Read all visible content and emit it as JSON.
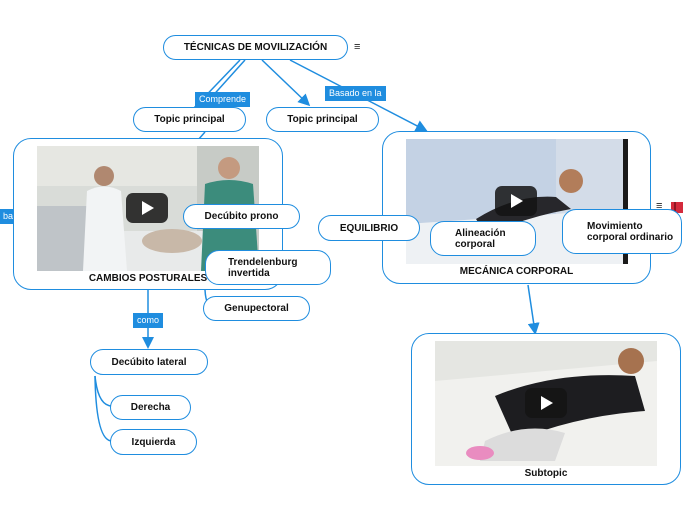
{
  "root": {
    "title": "TÉCNICAS DE MOVILIZACIÓN",
    "menu_icon": "≡"
  },
  "nodes": {
    "topic_left": "Topic principal",
    "topic_mid": "Topic principal",
    "cambios": "CAMBIOS POSTURALES",
    "mecanica": "MECÁNICA CORPORAL",
    "subtopic": "Subtopic",
    "decubito_prono": "Decúbito prono",
    "trendelenburg": "Trendelenburg invertida",
    "genupectoral": "Genupectoral",
    "decubito_lateral": "Decúbito lateral",
    "derecha": "Derecha",
    "izquierda": "Izquierda",
    "equilibrio": "EQUILIBRIO",
    "alineacion": "Alineación corporal",
    "movimiento": "Movimiento corporal ordinario"
  },
  "labels": {
    "comprende": "Comprende",
    "basado": "Basado en la",
    "como": "como",
    "ba": "ba"
  },
  "icons": {
    "menu": "hamburger-icon",
    "book": "book-icon",
    "play": "play-icon"
  },
  "colors": {
    "accent": "#1f8ddf"
  }
}
